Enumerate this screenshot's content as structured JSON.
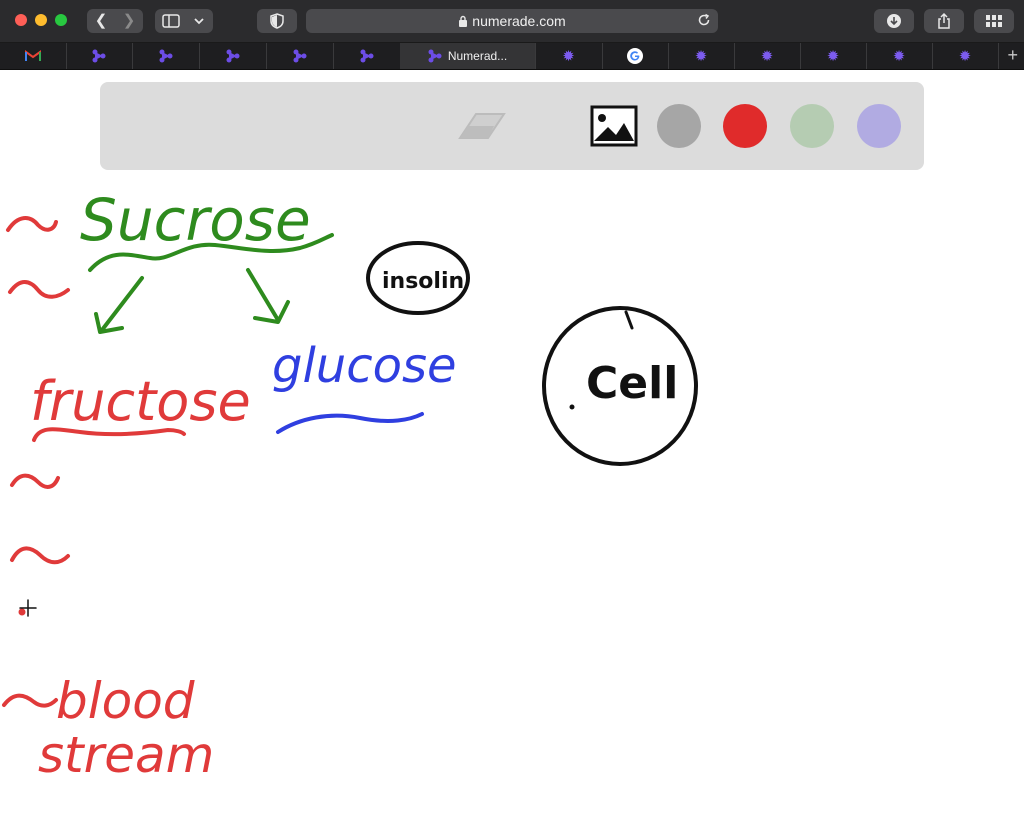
{
  "browser": {
    "url": "numerade.com",
    "active_tab_title": "Numerad...",
    "tabs": [
      "gmail-icon",
      "numerade-icon",
      "numerade-icon",
      "numerade-icon",
      "numerade-icon",
      "numerade-icon",
      "numerade-active",
      "purple-star-icon",
      "google-icon",
      "purple-star-icon",
      "purple-star-icon",
      "purple-star-icon",
      "purple-star-icon",
      "purple-star-icon"
    ]
  },
  "toolbar": {
    "colors": {
      "gray": "#a6a6a6",
      "red": "#e02b2b",
      "green": "#b5ccb2",
      "purple": "#b1abe2"
    }
  },
  "whiteboard": {
    "sucrose": "Sucrose",
    "fructose": "fructose",
    "glucose": "glucose",
    "insulin": "insolin",
    "cell": "Cell",
    "blood": "blood",
    "stream": "stream",
    "ink": {
      "green": "#2e8b1e",
      "red": "#e03a3a",
      "blue": "#2f3fe0",
      "black": "#111111"
    }
  }
}
